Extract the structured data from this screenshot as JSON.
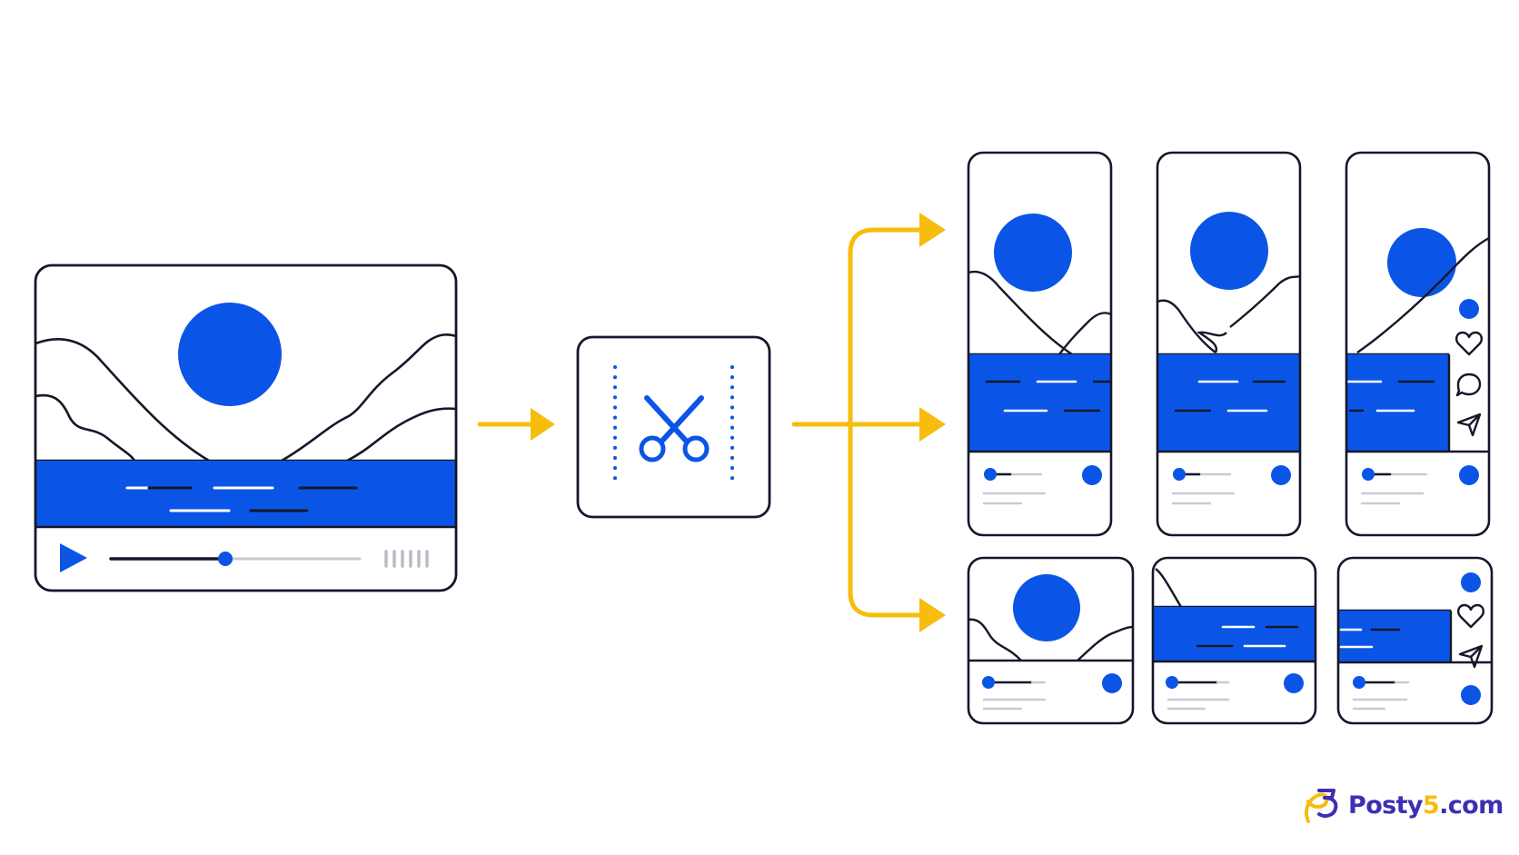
{
  "colors": {
    "accent_blue": "#0b55e6",
    "arrow_yellow": "#f6bd0c",
    "outline": "#15172a",
    "muted_line": "#c9cad3",
    "background": "#ffffff",
    "brand_purple": "#3d2fb3"
  },
  "brand": {
    "logo_icon": "posty5-logo-icon",
    "text_prefix": "Posty",
    "text_digit": "5",
    "text_suffix": ".com"
  },
  "icons": {
    "play": "play-icon",
    "scissors": "scissors-icon",
    "heart": "heart-icon",
    "comment": "comment-icon",
    "share": "send-icon"
  },
  "source_video": {
    "progress_fraction": 0.46
  },
  "outputs": {
    "tall_count": 3,
    "short_count": 3
  }
}
